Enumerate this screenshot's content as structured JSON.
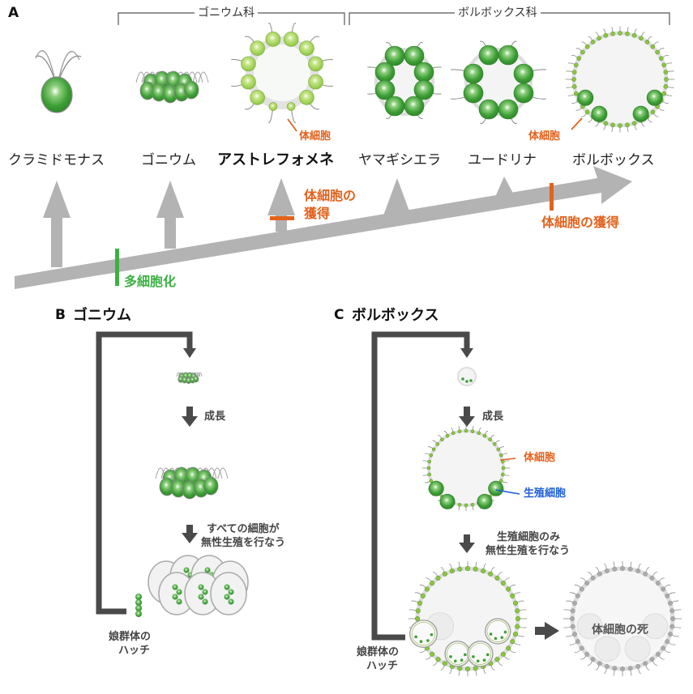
{
  "panels": {
    "a": {
      "letter": "A",
      "families": {
        "gonium_family": "ゴニウム科",
        "volvox_family": "ボルボックス科"
      },
      "species": [
        {
          "name": "クラミドモナス",
          "emphasis": false
        },
        {
          "name": "ゴニウム",
          "emphasis": false
        },
        {
          "name": "アストレフォメネ",
          "emphasis": true
        },
        {
          "name": "ヤマギシエラ",
          "emphasis": false
        },
        {
          "name": "ユードリナ",
          "emphasis": false
        },
        {
          "name": "ボルボックス",
          "emphasis": false
        }
      ],
      "callouts": {
        "astrephomene_somatic": "体細胞",
        "volvox_somatic": "体細胞"
      },
      "events": {
        "multicellularity": "多細胞化",
        "somatic_gain_1_line1": "体細胞の",
        "somatic_gain_1_line2": "獲得",
        "somatic_gain_2": "体細胞の獲得"
      }
    },
    "b": {
      "letter": "B",
      "title": "ゴニウム",
      "steps": {
        "growth": "成長",
        "reproduction_line1": "すべての細胞が",
        "reproduction_line2": "無性生殖を行なう",
        "hatch_line1": "娘群体の",
        "hatch_line2": "ハッチ"
      }
    },
    "c": {
      "letter": "C",
      "title": "ボルボックス",
      "labels": {
        "somatic": "体細胞",
        "germ": "生殖細胞"
      },
      "steps": {
        "growth": "成長",
        "reproduction_line1": "生殖細胞のみ",
        "reproduction_line2": "無性生殖を行なう",
        "hatch_line1": "娘群体の",
        "hatch_line2": "ハッチ",
        "death": "体細胞の死"
      }
    }
  },
  "colors": {
    "cell_green": "#3d9e35",
    "light_green": "#8cc63f",
    "somatic_orange": "#e3621d",
    "multicell_green": "#3cb043",
    "germ_blue": "#1f5fd6",
    "arrow_gray": "#b3b3b3",
    "cycle_dark": "#4a4a4a"
  }
}
